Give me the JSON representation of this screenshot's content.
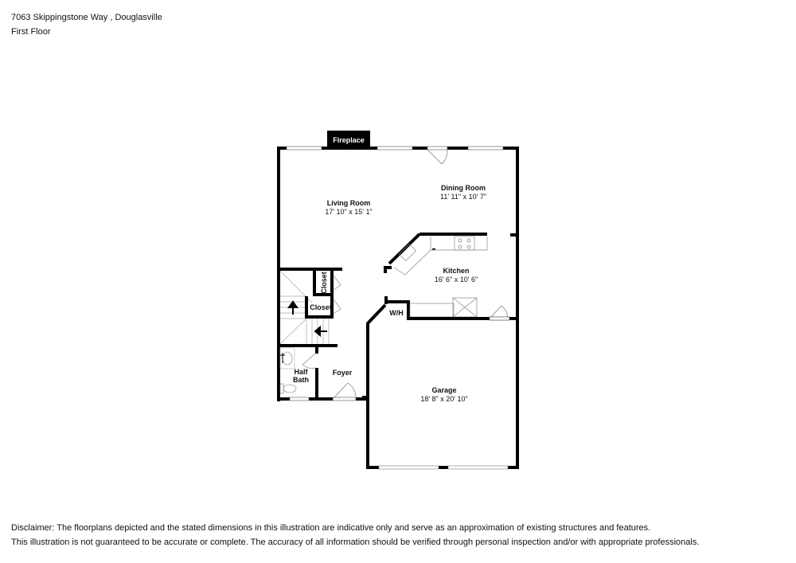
{
  "header": {
    "address": "7063 Skippingstone Way , Douglasville",
    "floor": "First Floor"
  },
  "rooms": [
    {
      "name": "Living Room",
      "dimensions": "17' 10\" x 15' 1\""
    },
    {
      "name": "Dining Room",
      "dimensions": "11' 11\" x 10' 7\""
    },
    {
      "name": "Kitchen",
      "dimensions": "16' 6\" x 10' 6\""
    },
    {
      "name": "Garage",
      "dimensions": "18' 8\" x 20' 10\""
    },
    {
      "name": "Foyer",
      "dimensions": ""
    },
    {
      "name": "Half",
      "dimensions": ""
    },
    {
      "name": "Bath",
      "dimensions": ""
    }
  ],
  "labels": {
    "fireplace": "Fireplace",
    "closet_vertical": "Closet",
    "closet_horizontal": "Closet",
    "water_heater": "W/H"
  },
  "colors": {
    "wall": "#000000",
    "window": "#ffffff",
    "fixture_line": "#777777",
    "background": "#ffffff"
  },
  "disclaimer": {
    "line1": "Disclaimer: The floorplans depicted and the stated dimensions in this illustration are indicative only and serve as an approximation of existing structures and features.",
    "line2": "This illustration is not guaranteed to be accurate or complete. The accuracy of all information should be verified through personal inspection and/or with appropriate professionals."
  }
}
